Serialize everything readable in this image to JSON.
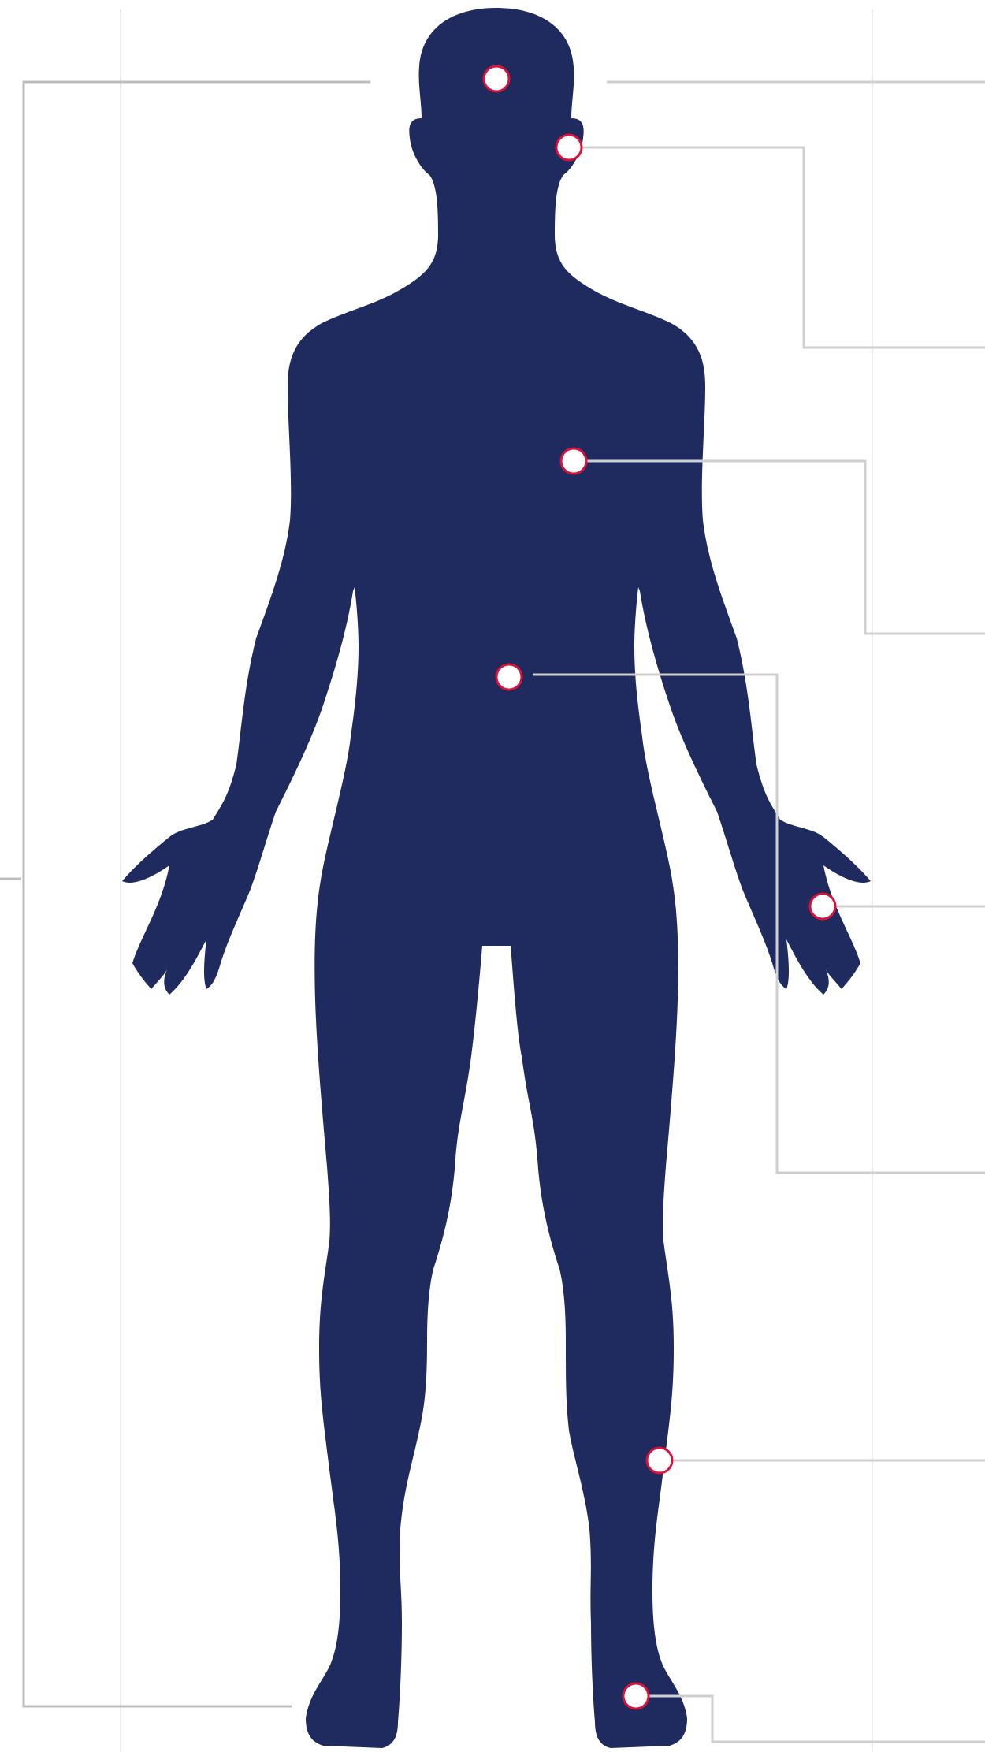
{
  "colors": {
    "background": "#ffffff",
    "silhouette": "#1f2b5e",
    "marker_fill": "#ffffff",
    "marker_stroke": "#d9123a",
    "guide_line": "#e6e6e6",
    "bracket_line": "#bdbdbd",
    "connector_line": "#cfcfcf"
  },
  "diagram": {
    "figure": "human-body-front-silhouette",
    "hotspots": [
      {
        "id": "head",
        "region": "head"
      },
      {
        "id": "ear",
        "region": "ear"
      },
      {
        "id": "chest",
        "region": "chest"
      },
      {
        "id": "abdomen",
        "region": "abdomen"
      },
      {
        "id": "hand",
        "region": "hand"
      },
      {
        "id": "shin",
        "region": "shin"
      },
      {
        "id": "foot",
        "region": "foot"
      }
    ]
  }
}
